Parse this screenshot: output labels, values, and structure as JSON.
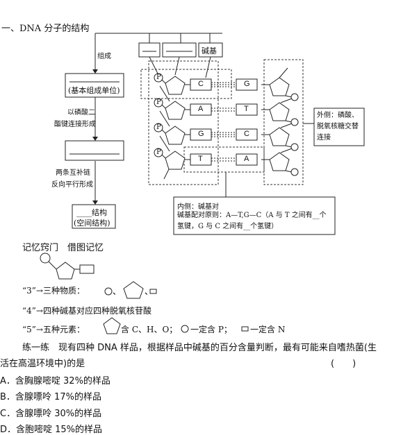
{
  "section_title": "一、DNA 分子的结构",
  "flow": {
    "step1_label": "组成",
    "box1": "(基本组成单位)",
    "step2_label_1": "以磷酸二",
    "step2_label_2": "酯键连接形成",
    "step3_label_1": "两条互补链",
    "step3_label_2": "反向平行形成",
    "box3_word": "结构",
    "box3_sub": "(空间结构)"
  },
  "top_boxes": {
    "third": "碱基"
  },
  "phosphate": "P",
  "bases_left": [
    "C",
    "A",
    "G",
    "T"
  ],
  "bases_right": [
    "G",
    "T",
    "C",
    "A"
  ],
  "outside_note": "外侧：磷酸、脱氧核糖交替连接",
  "inside_note": {
    "line1": "内侧：碱基对",
    "line2": "碱基配对原则：A—T,G—C（A 与 T 之间有__个氢键，G 与 C 之间有__个氢键）"
  },
  "memory": {
    "title": "记忆窍门　借图记忆",
    "line3_prefix": "“3”→三种物质：",
    "line4": "“4”→四种碱基对应四种脱氧核苷酸",
    "line5_prefix": "“5”→五种元素：",
    "line5_a": "含 C、H、O；",
    "line5_b": "一定含 P；",
    "line5_c": "一定含 N"
  },
  "exercise": {
    "line1": "练一练　现有四种 DNA 样品，根据样品中碱基的百分含量判断，最有可能来自嗜热菌(生",
    "line2": "活在高温环境中)的是",
    "blank": "(　　)",
    "options": [
      "A．含胸腺嘧啶 32%的样品",
      "B．含腺嘌呤 17%的样品",
      "C．含腺嘌呤 30%的样品",
      "D．含胞嘧啶 15%的样品"
    ]
  }
}
